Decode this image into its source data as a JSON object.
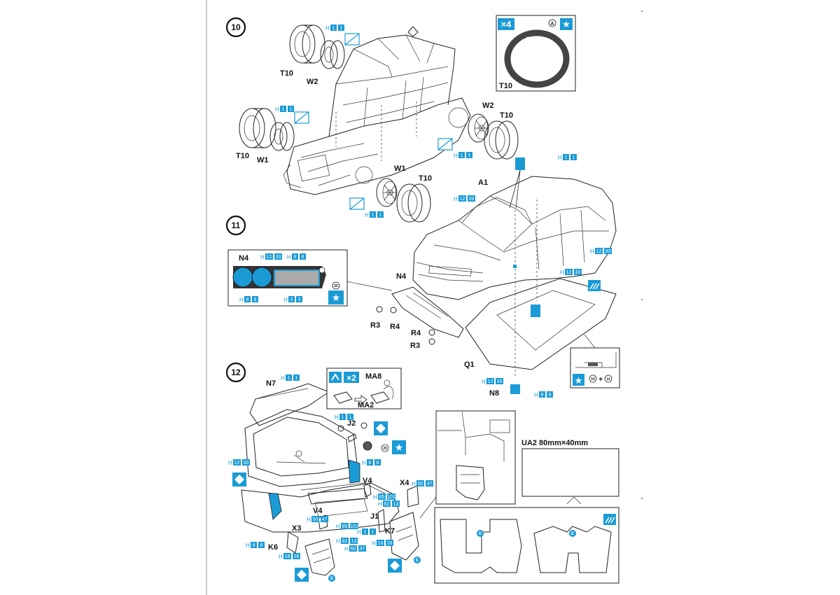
{
  "steps": {
    "s10": "10",
    "s11": "11",
    "s12": "12"
  },
  "step10": {
    "labels": {
      "t10_a": "T10",
      "w2_a": "W2",
      "t10_b": "T10",
      "w1_a": "W1",
      "w2_b": "W2",
      "t10_c": "T10",
      "w1_b": "W1",
      "t10_d": "T10"
    },
    "codes": {
      "c1": [
        "H",
        "1",
        "1"
      ],
      "c2": [
        "H",
        "1",
        "1"
      ],
      "c3": [
        "H",
        "1",
        "1"
      ],
      "c4": [
        "H",
        "1",
        "1"
      ]
    },
    "inset": {
      "multiplier": "×4",
      "letter": "A",
      "tire_text": "MICHELIN",
      "label": "T10"
    }
  },
  "step11": {
    "labels": {
      "a1": "A1",
      "n4": "N4",
      "r3_a": "R3",
      "r4_a": "R4",
      "r4_b": "R4",
      "r3_b": "R3",
      "q1": "Q1",
      "n8": "N8"
    },
    "codes": {
      "body": [
        "H",
        "1",
        "1"
      ],
      "windshield": [
        "H",
        "12",
        "33"
      ],
      "side": [
        "H",
        "12",
        "33"
      ],
      "pillar": [
        "H",
        "12",
        "33"
      ],
      "n8a": [
        "H",
        "12",
        "33"
      ],
      "n8b": [
        "H",
        "8",
        "8"
      ]
    },
    "inset": {
      "n4": "N4",
      "code_top1": [
        "H",
        "12",
        "33"
      ],
      "code_top2": [
        "H",
        "8",
        "8"
      ],
      "code_bot1": [
        "H",
        "8",
        "8"
      ],
      "code_bot2": [
        "H",
        "3",
        "3"
      ],
      "decal_num": "25"
    },
    "inset2": {
      "formula_a": "10",
      "plus": "+",
      "formula_b": "11"
    }
  },
  "step12": {
    "labels": {
      "n7": "N7",
      "j2": "J2",
      "v4_a": "V4",
      "x4": "X4",
      "v4_b": "V4",
      "j1": "J1",
      "k7": "K7",
      "x3": "X3",
      "k6": "K6",
      "ma8": "MA8",
      "ma2": "MA2",
      "ua2": "UA2  80mm×40mm",
      "decal_num": "25",
      "flap_d": "D",
      "flap_e": "E",
      "e1": "E",
      "e2": "E",
      "multiplier": "×2"
    },
    "codes": {
      "n7": [
        "H",
        "1",
        "1"
      ],
      "j2": [
        "H",
        "1",
        "1"
      ],
      "left": [
        "H",
        "12",
        "33"
      ],
      "right": [
        "H",
        "8",
        "8"
      ],
      "x4": [
        "H",
        "50",
        "47"
      ],
      "v4a1": [
        "H",
        "85",
        "101"
      ],
      "v4a2": [
        "H",
        "82",
        "13"
      ],
      "v4b1": [
        "H",
        "50",
        "47"
      ],
      "v4b2": [
        "H",
        "85",
        "101"
      ],
      "j1": [
        "H",
        "1",
        "1"
      ],
      "k7": [
        "H",
        "18",
        "28"
      ],
      "x3a": [
        "H",
        "82",
        "13"
      ],
      "x3b": [
        "H",
        "50",
        "47"
      ],
      "k6a": [
        "H",
        "8",
        "8"
      ],
      "k6b": [
        "H",
        "18",
        "28"
      ]
    }
  }
}
